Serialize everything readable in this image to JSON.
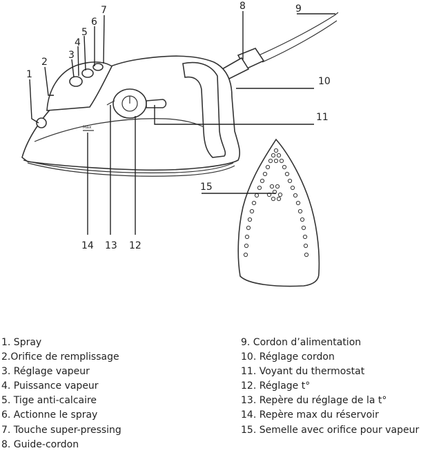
{
  "diagram": {
    "max_mark": "Max",
    "callouts": [
      "1",
      "2",
      "3",
      "4",
      "5",
      "6",
      "7",
      "8",
      "9",
      "10",
      "11",
      "12",
      "13",
      "14",
      "15"
    ]
  },
  "legend": {
    "left": [
      "1. Spray",
      "2.Orifice de remplissage",
      "3. Réglage vapeur",
      "4. Puissance vapeur",
      "5. Tige anti-calcaire",
      "6. Actionne le spray",
      "7. Touche super-pressing",
      "8. Guide-cordon"
    ],
    "right": [
      "9. Cordon d’alimentation",
      "10. Réglage cordon",
      "11. Voyant du thermostat",
      "12. Réglage t°",
      "13. Repère du réglage de la t°",
      "14. Repère max du réservoir",
      "15. Semelle avec orifice pour vapeur"
    ]
  }
}
